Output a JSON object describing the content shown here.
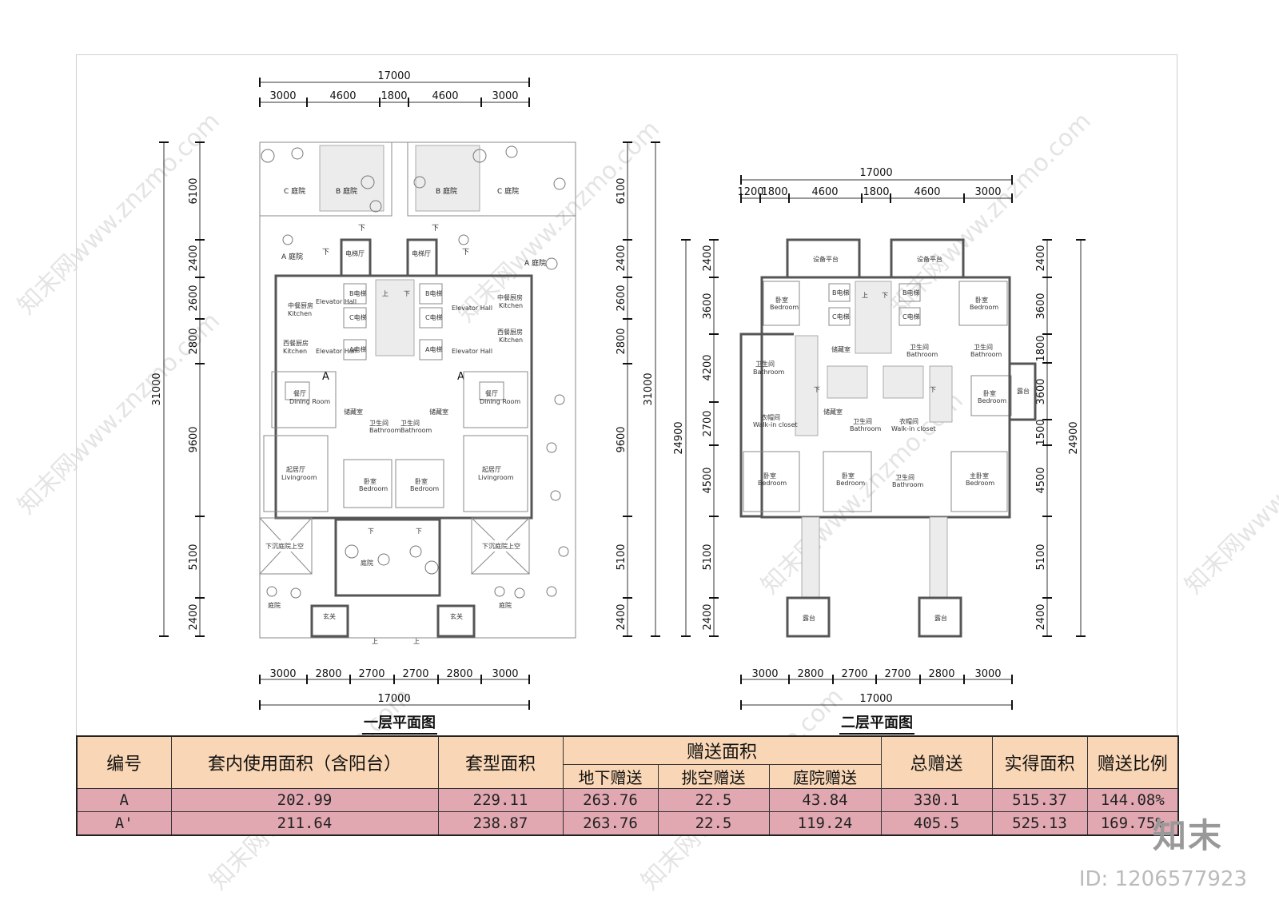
{
  "plans": {
    "floor1": {
      "caption": "一层平面图",
      "top_total": "17000",
      "top_dims": [
        "3000",
        "4600",
        "1800",
        "4600",
        "3000"
      ],
      "bottom_total": "17000",
      "bottom_dims": [
        "3000",
        "2800",
        "2700",
        "2700",
        "2800",
        "3000"
      ],
      "side_total": "31000",
      "side_dims": [
        "6100",
        "2400",
        "2600",
        "2800",
        "9600",
        "5100",
        "2400"
      ],
      "rooms": {
        "c_yard": "C 庭院",
        "b_yard": "B 庭院",
        "a_yard": "A 庭院",
        "elevator_hall": "电梯厅",
        "elevator_hall_en": "Elevator Hall",
        "b_elevator": "B电梯",
        "c_elevator": "C电梯",
        "a_elevator": "A电梯",
        "cn_kitchen": "中餐厨房",
        "west_kitchen": "西餐厨房",
        "kitchen_en": "Kitchen",
        "dining": "餐厅",
        "dining_en": "Dining Room",
        "storage": "储藏室",
        "bath": "卫生间",
        "bath_en": "Bathroom",
        "living": "起居厅",
        "living_en": "Livingroom",
        "bedroom": "卧室",
        "bedroom_en": "Bedroom",
        "sunken": "下沉庭院上空",
        "yard": "庭院",
        "entry": "玄关",
        "down": "下",
        "up": "上",
        "unit_a": "A"
      }
    },
    "floor2": {
      "caption": "二层平面图",
      "top_total": "17000",
      "top_dims": [
        "1200",
        "1800",
        "4600",
        "1800",
        "4600",
        "3000"
      ],
      "bottom_total": "17000",
      "bottom_dims": [
        "3000",
        "2800",
        "2700",
        "2700",
        "2800",
        "3000"
      ],
      "side_total": "24900",
      "side_dims_left": [
        "2400",
        "3600",
        "4200",
        "2700",
        "4500",
        "5100",
        "2400"
      ],
      "side_dims_right": [
        "2400",
        "3600",
        "1800",
        "3600",
        "1500",
        "4500",
        "5100",
        "2400"
      ],
      "rooms": {
        "platform": "设备平台",
        "bedroom": "卧室",
        "bedroom_en": "Bedroom",
        "bath": "卫生间",
        "bath_en": "Bathroom",
        "storage": "储藏室",
        "closet": "衣帽间",
        "closet_en": "Walk-in closet",
        "master": "主卧室",
        "terrace": "露台",
        "b_elevator": "B电梯",
        "c_elevator": "C电梯",
        "down": "下",
        "up": "上"
      }
    }
  },
  "area_table": {
    "headers": {
      "id": "编号",
      "interior": "套内使用面积（含阳台）",
      "unit_area": "套型面积",
      "bonus_group": "赠送面积",
      "basement": "地下赠送",
      "overhang": "挑空赠送",
      "courtyard": "庭院赠送",
      "total_bonus": "总赠送",
      "actual": "实得面积",
      "ratio": "赠送比例"
    },
    "rows": [
      {
        "id": "A",
        "interior": "202.99",
        "unit_area": "229.11",
        "basement": "263.76",
        "overhang": "22.5",
        "courtyard": "43.84",
        "total_bonus": "330.1",
        "actual": "515.37",
        "ratio": "144.08%"
      },
      {
        "id": "A'",
        "interior": "211.64",
        "unit_area": "238.87",
        "basement": "263.76",
        "overhang": "22.5",
        "courtyard": "119.24",
        "total_bonus": "405.5",
        "actual": "525.13",
        "ratio": "169.75%"
      }
    ]
  },
  "watermark": {
    "text": "知末网www.znzmo.com",
    "logo": "知末",
    "id_label": "ID: 1206577923"
  }
}
